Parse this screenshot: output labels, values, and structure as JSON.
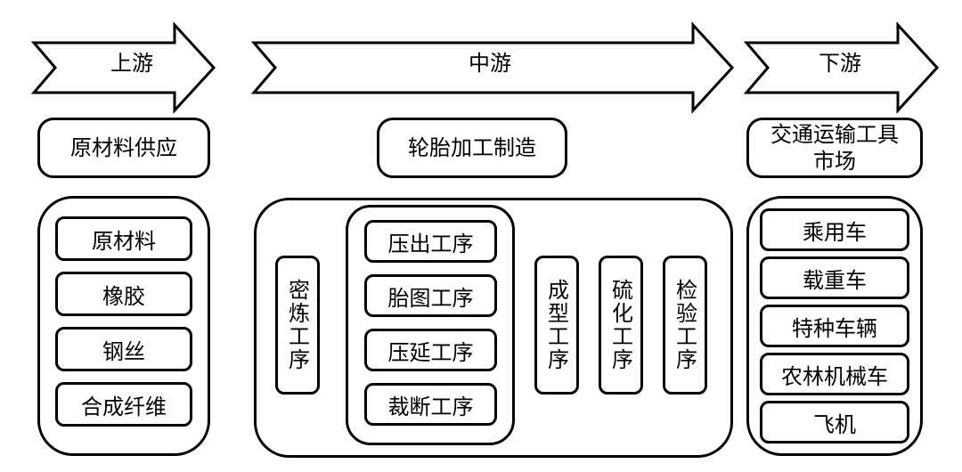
{
  "stages": {
    "upstream": {
      "arrow_label": "上游",
      "header": "原材料供应",
      "items": [
        "原材料",
        "橡胶",
        "钢丝",
        "合成纤维"
      ]
    },
    "midstream": {
      "arrow_label": "中游",
      "header": "轮胎加工制造",
      "first_process": "密炼工序",
      "sub_processes": [
        "压出工序",
        "胎图工序",
        "压延工序",
        "裁断工序"
      ],
      "later_processes": [
        "成型工序",
        "硫化工序",
        "检验工序"
      ]
    },
    "downstream": {
      "arrow_label": "下游",
      "header": "交通运输工具市场",
      "items": [
        "乘用车",
        "载重车",
        "特种车辆",
        "农林机械车",
        "飞机"
      ]
    }
  }
}
